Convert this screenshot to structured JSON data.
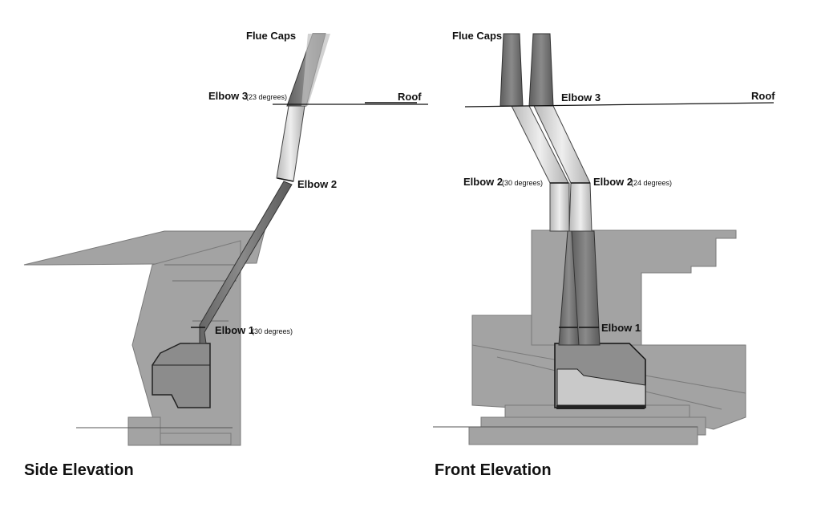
{
  "side_elevation": {
    "title": "Side Elevation",
    "flue_caps_label": "Flue Caps",
    "roof_label": "Roof",
    "elbow3_label": "Elbow 3",
    "elbow3_note": "(23 degrees)",
    "elbow2_label": "Elbow 2",
    "elbow1_label": "Elbow 1",
    "elbow1_note": "(30 degrees)"
  },
  "front_elevation": {
    "title": "Front Elevation",
    "flue_caps_label": "Flue Caps",
    "roof_label": "Roof",
    "elbow3_label": "Elbow 3",
    "elbow2_left_label": "Elbow 2",
    "elbow2_left_note": "(30 degrees)",
    "elbow2_right_label": "Elbow 2",
    "elbow2_right_note": "(24 degrees)",
    "elbow1_label": "Elbow 1"
  },
  "colors": {
    "structure_gray": "#a2a2a2",
    "flue_dark": "#6d6d6d",
    "flue_light": "#d6d6d6",
    "line": "#222222"
  }
}
